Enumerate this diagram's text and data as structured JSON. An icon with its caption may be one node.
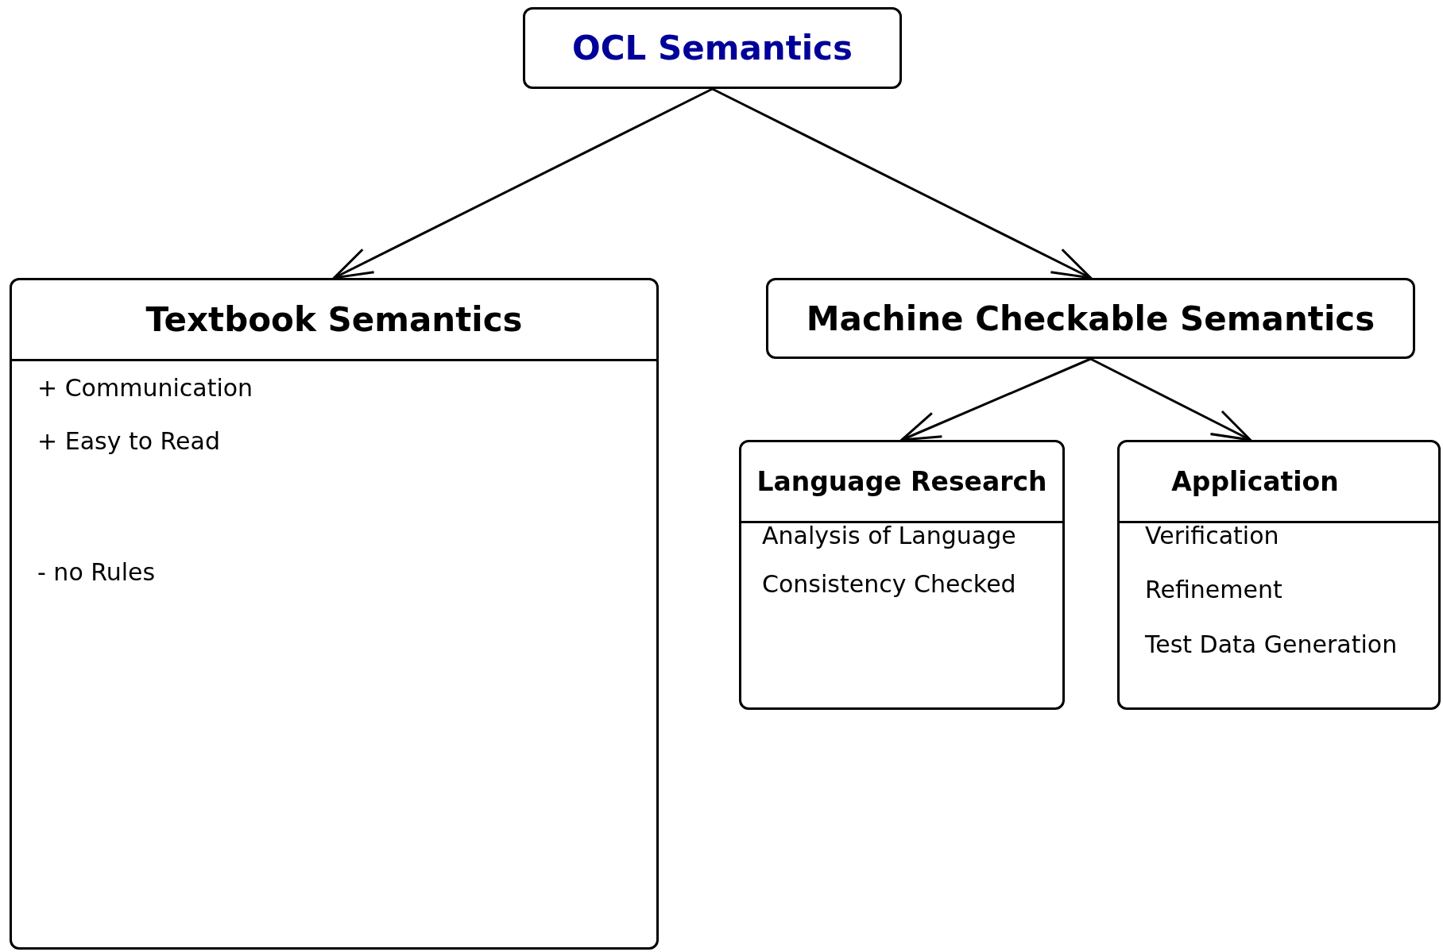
{
  "diagram": {
    "nodes": [
      {
        "text": [
          "OCL Semantics"
        ]
      },
      {
        "text": [
          "Textbook Semantics",
          "+ Communication",
          "+ Easy to Read",
          "- no Rules"
        ]
      },
      {
        "text": [
          "Machine Checkable Semantics"
        ]
      },
      {
        "text": [
          "Language Research",
          "Analysis of Language",
          "Consistency Checked"
        ]
      },
      {
        "text": [
          "Application",
          "Verification",
          "Refinement",
          "Test Data Generation"
        ]
      }
    ],
    "edges": [
      {
        "from": 0,
        "to": 1,
        "arrow": "to"
      },
      {
        "from": 0,
        "to": 2,
        "arrow": "to"
      },
      {
        "from": 2,
        "to": 3,
        "arrow": "to"
      },
      {
        "from": 2,
        "to": 4,
        "arrow": "to"
      }
    ]
  }
}
